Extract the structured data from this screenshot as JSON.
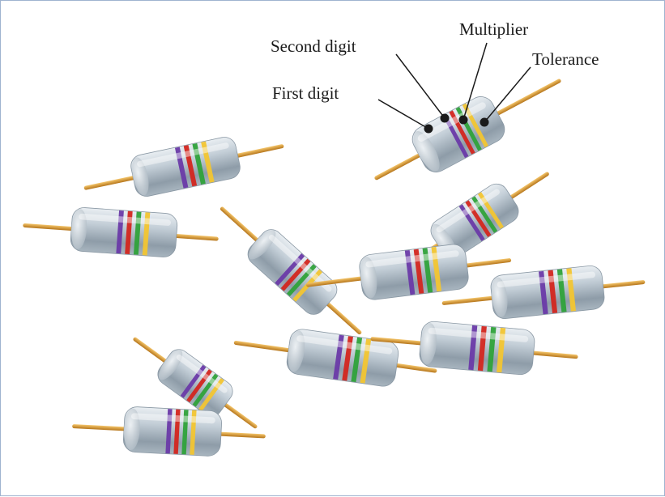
{
  "labels": {
    "first_digit": "First digit",
    "second_digit": "Second digit",
    "multiplier": "Multiplier",
    "tolerance": "Tolerance"
  },
  "colors": {
    "frame": "#9fb3cf",
    "lead": "#d99a2b",
    "body": "#b9c6d0",
    "band_yellow": "#f2c531",
    "band_green": "#2fa23a",
    "band_red": "#d3261f",
    "band_purple": "#6a3aa8",
    "leader_line": "#1a1a1a"
  },
  "resistors": [
    {
      "name": "resistor-1",
      "bands": [
        "purple",
        "red",
        "green",
        "yellow"
      ]
    },
    {
      "name": "resistor-2",
      "bands": [
        "purple",
        "red",
        "green",
        "yellow"
      ]
    },
    {
      "name": "resistor-3",
      "bands": [
        "purple",
        "red",
        "green",
        "yellow"
      ]
    },
    {
      "name": "resistor-4",
      "bands": [
        "purple",
        "red",
        "green",
        "yellow"
      ]
    },
    {
      "name": "resistor-5",
      "bands": [
        "purple",
        "red",
        "green",
        "yellow"
      ]
    },
    {
      "name": "resistor-6",
      "bands": [
        "purple",
        "red",
        "green",
        "yellow"
      ]
    },
    {
      "name": "resistor-7",
      "bands": [
        "purple",
        "red",
        "green",
        "yellow"
      ]
    },
    {
      "name": "resistor-8",
      "bands": [
        "purple",
        "red",
        "green",
        "yellow"
      ]
    },
    {
      "name": "resistor-9",
      "bands": [
        "purple",
        "red",
        "green",
        "yellow"
      ]
    },
    {
      "name": "resistor-10",
      "bands": [
        "purple",
        "red",
        "green",
        "yellow"
      ]
    },
    {
      "name": "resistor-11",
      "bands": [
        "purple",
        "red",
        "green",
        "yellow"
      ]
    },
    {
      "name": "resistor-12",
      "bands": [
        "purple",
        "red",
        "green",
        "yellow"
      ]
    },
    {
      "name": "resistor-13",
      "bands": [
        "purple",
        "red",
        "green",
        "yellow"
      ]
    }
  ]
}
